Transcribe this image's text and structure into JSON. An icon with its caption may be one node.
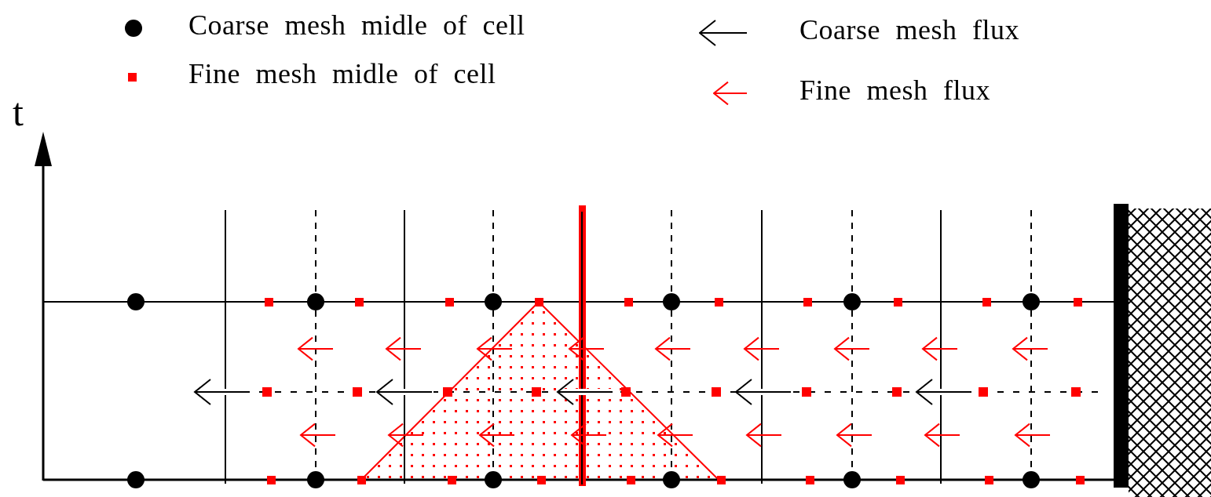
{
  "diagram": {
    "labels": [
      "t"
    ],
    "legend": [
      {
        "text": "Coarse mesh midle of cell"
      },
      {
        "text": "Coarse mesh flux"
      },
      {
        "text": "Fine mesh midle of cell"
      },
      {
        "text": "Fine mesh flux"
      }
    ]
  }
}
